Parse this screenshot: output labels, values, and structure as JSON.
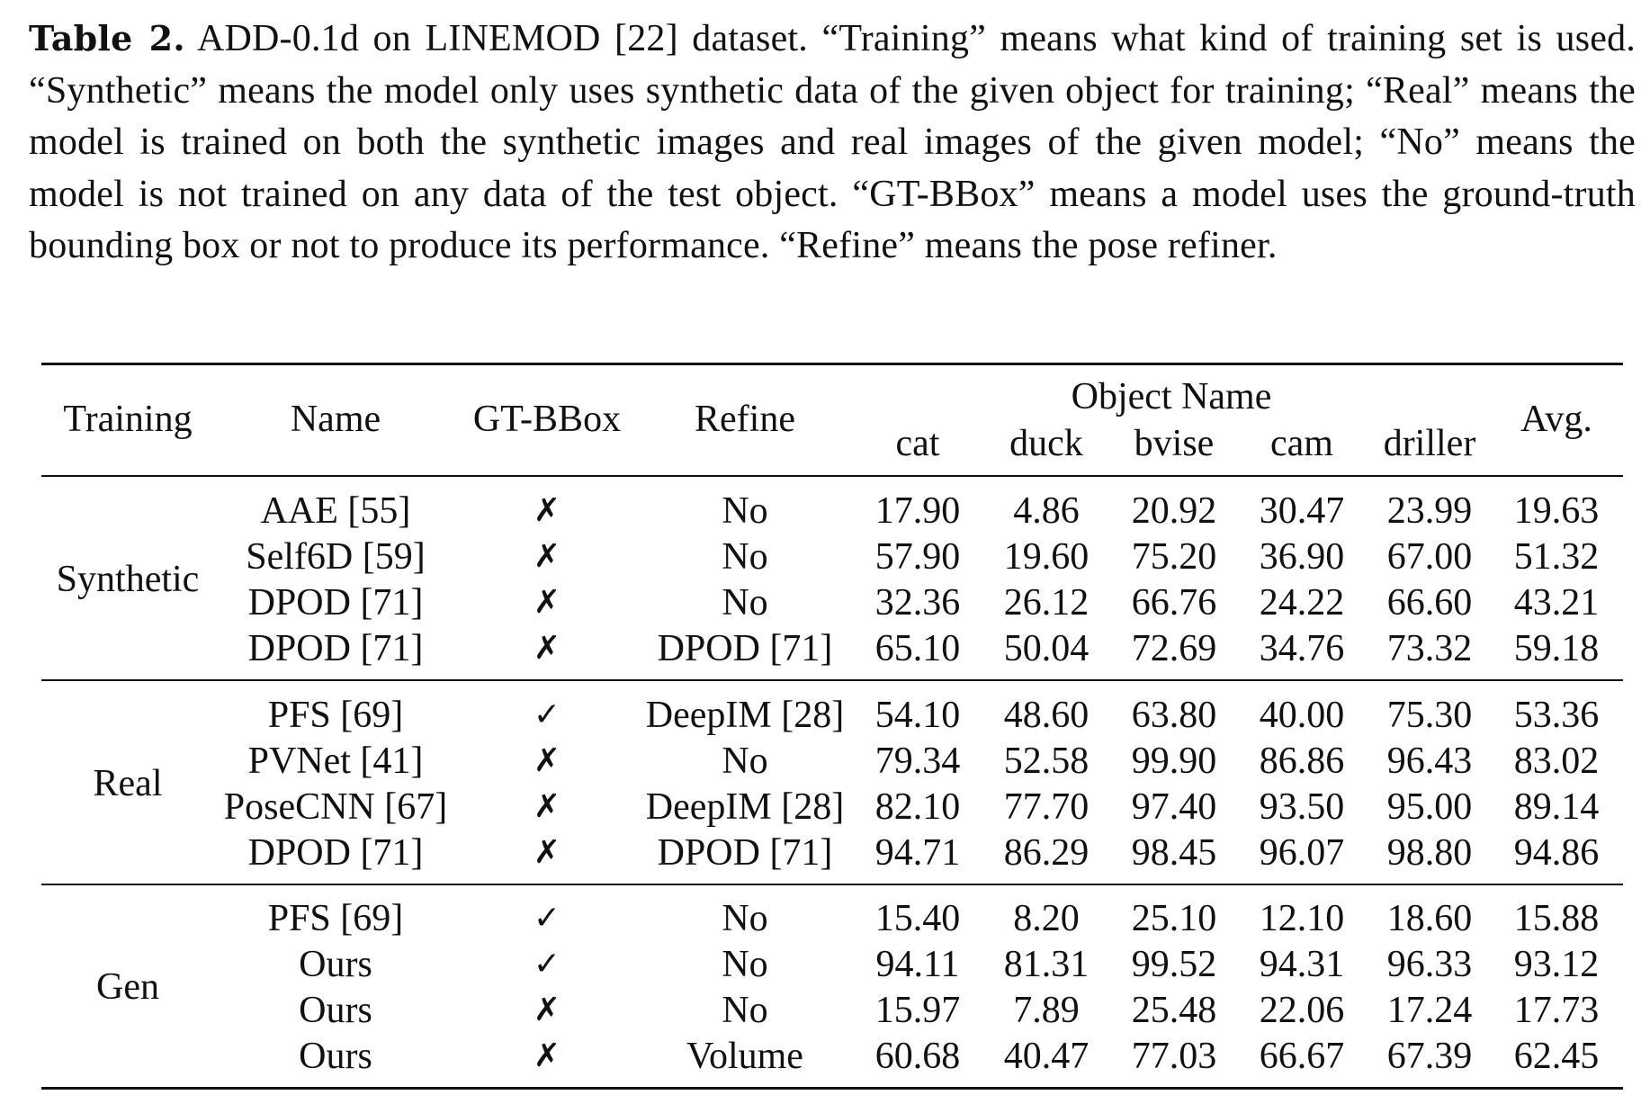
{
  "caption": {
    "label": "Table 2.",
    "text": "ADD-0.1d on LINEMOD [22] dataset. “Training” means what kind of training set is used. “Synthetic” means the model only uses synthetic data of the given object for training; “Real” means the model is trained on both the synthetic images and real images of the given model; “No” means the model is not trained on any data of the test object. “GT-BBox” means a model uses the ground-truth bounding box or not to produce its performance. “Refine” means the pose refiner."
  },
  "header": {
    "training": "Training",
    "name": "Name",
    "gt_bbox": "GT-BBox",
    "refine": "Refine",
    "object_name": "Object Name",
    "objects": [
      "cat",
      "duck",
      "bvise",
      "cam",
      "driller"
    ],
    "avg": "Avg."
  },
  "groups": [
    {
      "label": "Synthetic",
      "rows": [
        {
          "name": "AAE [55]",
          "gt": "✗",
          "refine": "No",
          "values": [
            "17.90",
            "4.86",
            "20.92",
            "30.47",
            "23.99",
            "19.63"
          ]
        },
        {
          "name": "Self6D [59]",
          "gt": "✗",
          "refine": "No",
          "values": [
            "57.90",
            "19.60",
            "75.20",
            "36.90",
            "67.00",
            "51.32"
          ]
        },
        {
          "name": "DPOD [71]",
          "gt": "✗",
          "refine": "No",
          "values": [
            "32.36",
            "26.12",
            "66.76",
            "24.22",
            "66.60",
            "43.21"
          ]
        },
        {
          "name": "DPOD [71]",
          "gt": "✗",
          "refine": "DPOD [71]",
          "values": [
            "65.10",
            "50.04",
            "72.69",
            "34.76",
            "73.32",
            "59.18"
          ]
        }
      ]
    },
    {
      "label": "Real",
      "rows": [
        {
          "name": "PFS [69]",
          "gt": "✓",
          "refine": "DeepIM [28]",
          "values": [
            "54.10",
            "48.60",
            "63.80",
            "40.00",
            "75.30",
            "53.36"
          ]
        },
        {
          "name": "PVNet [41]",
          "gt": "✗",
          "refine": "No",
          "values": [
            "79.34",
            "52.58",
            "99.90",
            "86.86",
            "96.43",
            "83.02"
          ]
        },
        {
          "name": "PoseCNN [67]",
          "gt": "✗",
          "refine": "DeepIM [28]",
          "values": [
            "82.10",
            "77.70",
            "97.40",
            "93.50",
            "95.00",
            "89.14"
          ]
        },
        {
          "name": "DPOD [71]",
          "gt": "✗",
          "refine": "DPOD [71]",
          "values": [
            "94.71",
            "86.29",
            "98.45",
            "96.07",
            "98.80",
            "94.86"
          ]
        }
      ]
    },
    {
      "label": "Gen",
      "rows": [
        {
          "name": "PFS [69]",
          "gt": "✓",
          "refine": "No",
          "values": [
            "15.40",
            "8.20",
            "25.10",
            "12.10",
            "18.60",
            "15.88"
          ]
        },
        {
          "name": "Ours",
          "gt": "✓",
          "refine": "No",
          "values": [
            "94.11",
            "81.31",
            "99.52",
            "94.31",
            "96.33",
            "93.12"
          ]
        },
        {
          "name": "Ours",
          "gt": "✗",
          "refine": "No",
          "values": [
            "15.97",
            "7.89",
            "25.48",
            "22.06",
            "17.24",
            "17.73"
          ]
        },
        {
          "name": "Ours",
          "gt": "✗",
          "refine": "Volume",
          "values": [
            "60.68",
            "40.47",
            "77.03",
            "66.67",
            "67.39",
            "62.45"
          ]
        }
      ]
    }
  ]
}
